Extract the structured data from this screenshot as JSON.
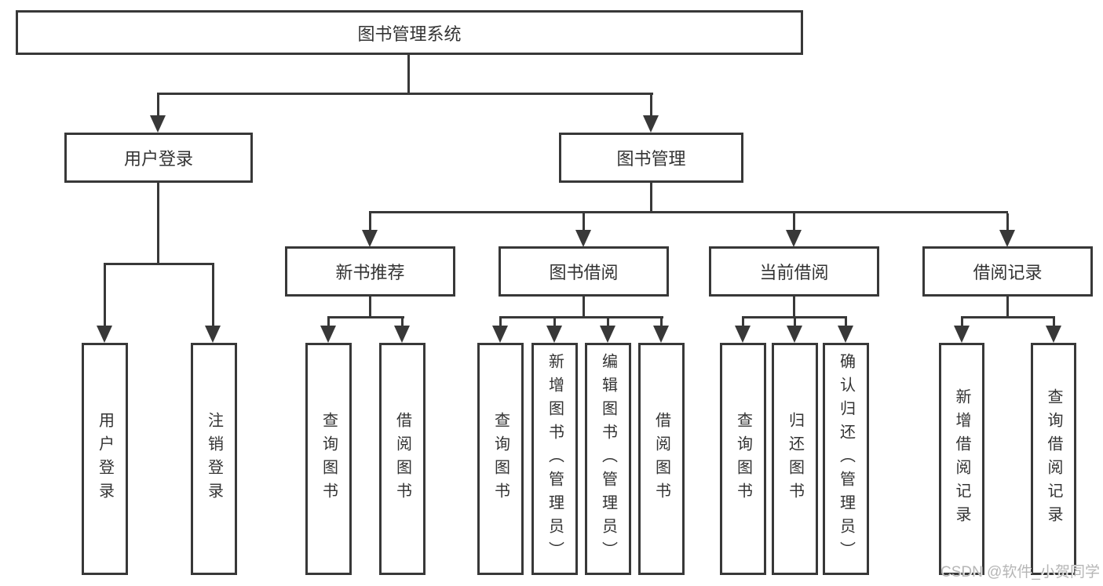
{
  "diagram": {
    "type": "hierarchy-tree",
    "colors": {
      "line": "#383838",
      "text": "#333333",
      "background": "#ffffff",
      "watermark": "#b6b6b6"
    },
    "tree": {
      "label": "图书管理系统",
      "children": [
        {
          "label": "用户登录",
          "children": [
            {
              "label": "用户登录"
            },
            {
              "label": "注销登录"
            }
          ]
        },
        {
          "label": "图书管理",
          "children": [
            {
              "label": "新书推荐",
              "children": [
                {
                  "label": "查询图书"
                },
                {
                  "label": "借阅图书"
                }
              ]
            },
            {
              "label": "图书借阅",
              "children": [
                {
                  "label": "查询图书"
                },
                {
                  "label": "新增图书（管理员）"
                },
                {
                  "label": "编辑图书（管理员）"
                },
                {
                  "label": "借阅图书"
                }
              ]
            },
            {
              "label": "当前借阅",
              "children": [
                {
                  "label": "查询图书"
                },
                {
                  "label": "归还图书"
                },
                {
                  "label": "确认归还（管理员）"
                }
              ]
            },
            {
              "label": "借阅记录",
              "children": [
                {
                  "label": "新增借阅记录"
                },
                {
                  "label": "查询借阅记录"
                }
              ]
            }
          ]
        }
      ]
    },
    "watermark": {
      "text": "CSDN @软件_小贺同学"
    }
  }
}
